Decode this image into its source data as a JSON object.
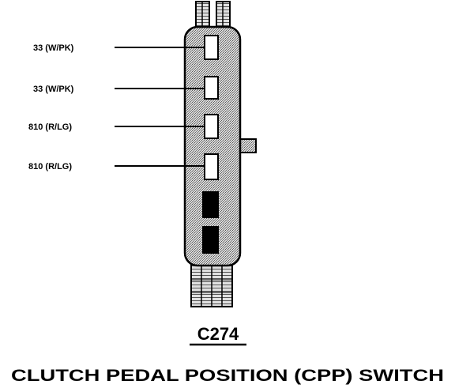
{
  "diagram": {
    "connector_id": "C274",
    "component_name": "CLUTCH PEDAL POSITION (CPP) SWITCH",
    "pins": [
      {
        "circuit_label": "33 (W/PK)",
        "cavity": "open"
      },
      {
        "circuit_label": "33 (W/PK)",
        "cavity": "open"
      },
      {
        "circuit_label": "810 (R/LG)",
        "cavity": "open"
      },
      {
        "circuit_label": "810 (R/LG)",
        "cavity": "open"
      },
      {
        "circuit_label": "",
        "cavity": "filled"
      },
      {
        "circuit_label": "",
        "cavity": "filled"
      }
    ],
    "colors": {
      "line": "#000000",
      "body_fill": "#c8c8c8",
      "background": "#ffffff"
    }
  }
}
